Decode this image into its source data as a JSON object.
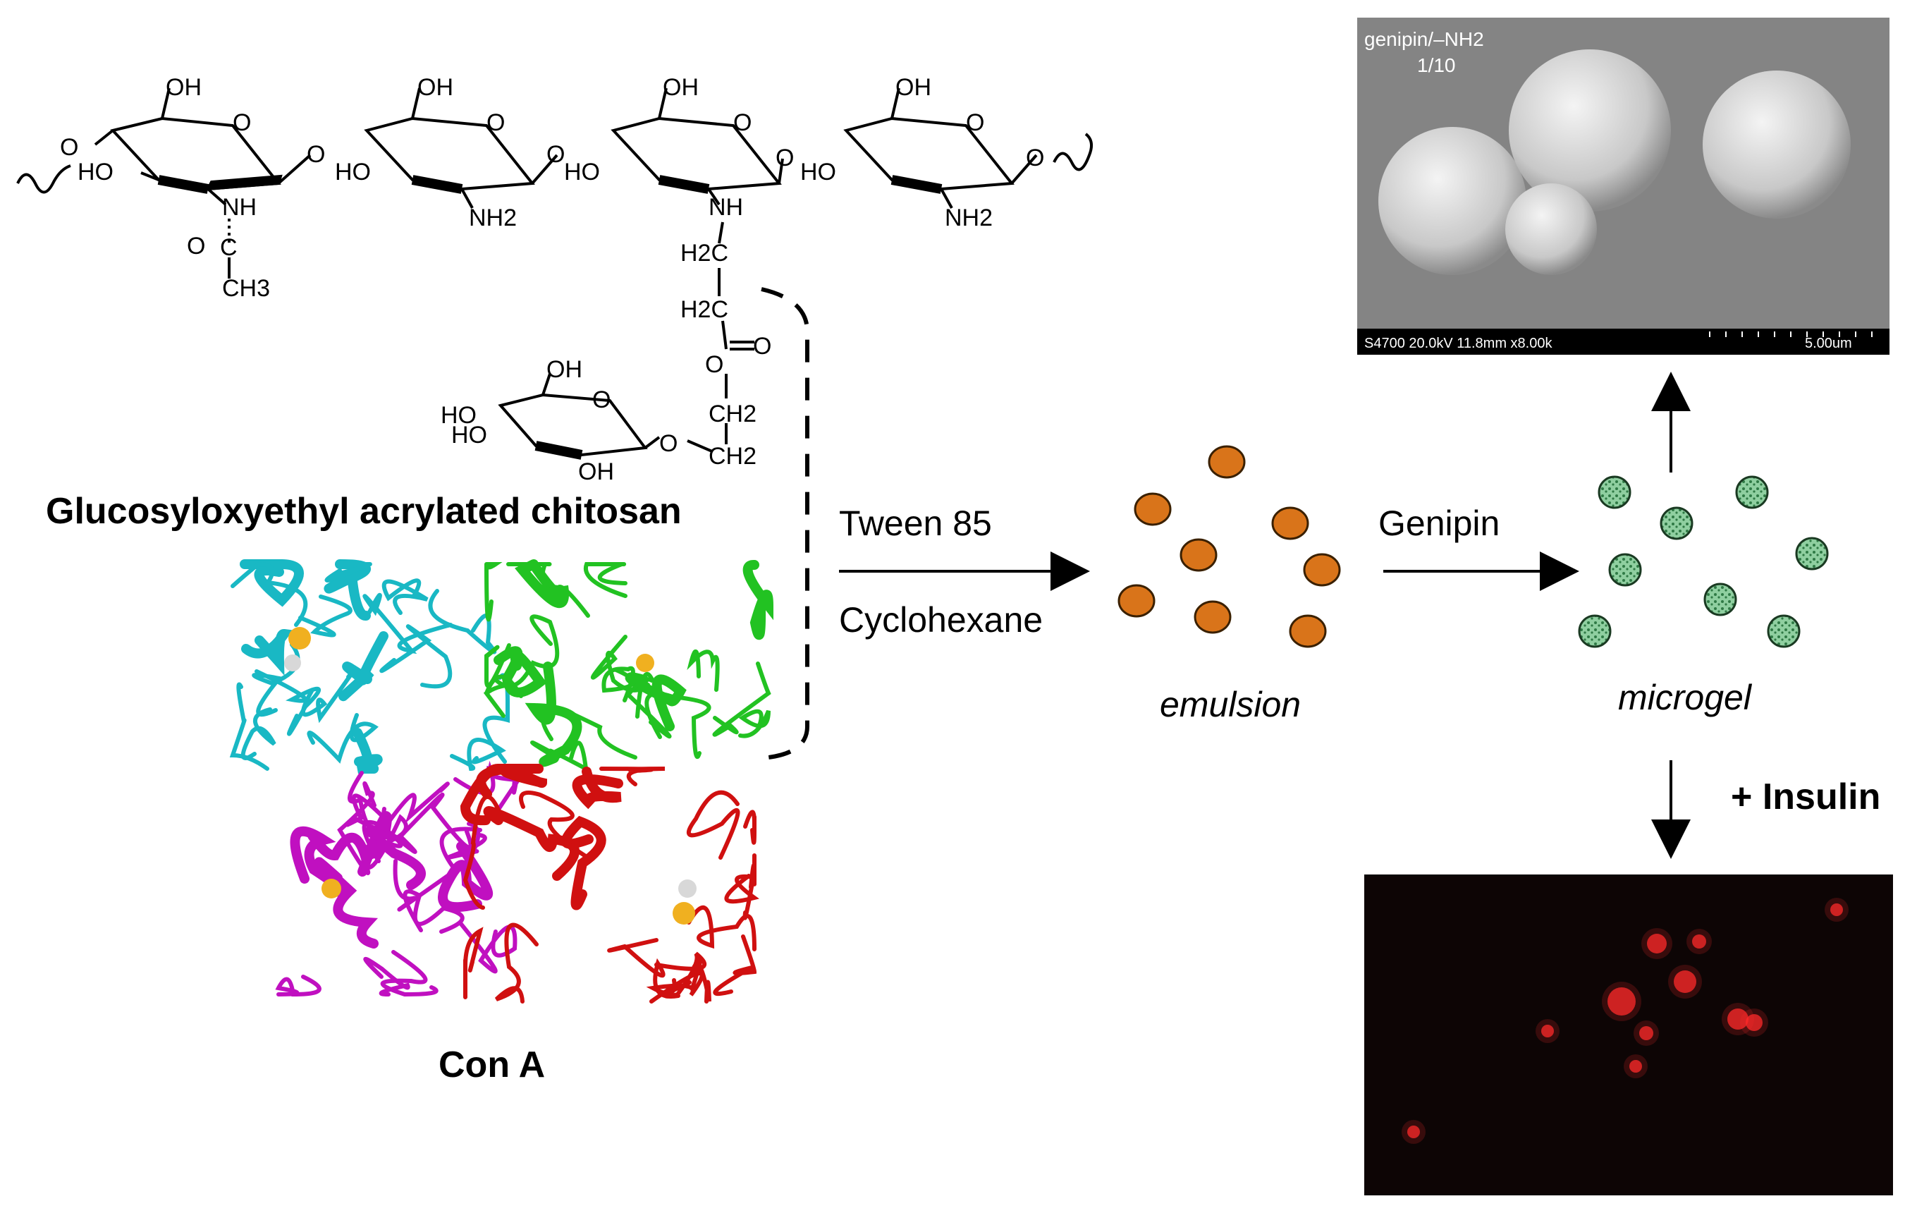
{
  "chitosan": {
    "name": "Glucosyloxyethyl acrylated chitosan",
    "atom_labels": {
      "oh": "OH",
      "o": "O",
      "ho": "HO",
      "nh": "NH",
      "nh2": "NH2",
      "acetyl_o": "O",
      "acetyl_c": "C",
      "ch3": "CH3",
      "h2c": "H2C",
      "ester_o": "O",
      "ch2": "CH2"
    }
  },
  "protein": {
    "name": "Con A",
    "chain_colors": [
      "#19b8c4",
      "#22c222",
      "#c010c0",
      "#d01010"
    ]
  },
  "step1": {
    "reagent_top": "Tween 85",
    "reagent_bottom": "Cyclohexane",
    "product": "emulsion",
    "droplet_color": "#d9741a"
  },
  "step2": {
    "reagent_top": "Genipin",
    "product": "microgel",
    "bead_color": "#8fcfa0"
  },
  "sem_image": {
    "ratio_label": "genipin/–NH2",
    "ratio_value": "1/10",
    "info_left": "S4700 20.0kV 11.8mm x8.00k",
    "scale_label": "5.00um"
  },
  "step3": {
    "reagent": "+ Insulin"
  },
  "fluorescence": {
    "spot_color": "#ff2a2a",
    "background": "#0d0505"
  }
}
